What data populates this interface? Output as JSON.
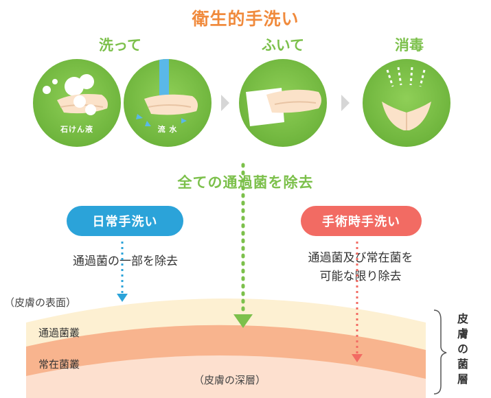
{
  "title": "衛生的手洗い",
  "steps": [
    {
      "label": "洗って",
      "captions": [
        "石けん液",
        "流 水"
      ]
    },
    {
      "label": "ふいて"
    },
    {
      "label": "消毒"
    }
  ],
  "headline": "全ての通過菌を除去",
  "left": {
    "pill": "日常手洗い",
    "desc": "通過菌の一部を除去"
  },
  "right": {
    "pill": "手術時手洗い",
    "desc_line1": "通過菌及び常在菌を",
    "desc_line2": "可能な限り除去"
  },
  "skin": {
    "surface": "（皮膚の表面）",
    "layer1": "通過菌叢",
    "layer2": "常在菌叢",
    "deep": "（皮膚の深層）",
    "side_label": "皮膚の菌層"
  },
  "colors": {
    "title": "#f08a3c",
    "green": "#7cc04b",
    "blue": "#2ba3d9",
    "red": "#f26b63",
    "layer1": "#fdf0d2",
    "layer2": "#f8b48e"
  }
}
